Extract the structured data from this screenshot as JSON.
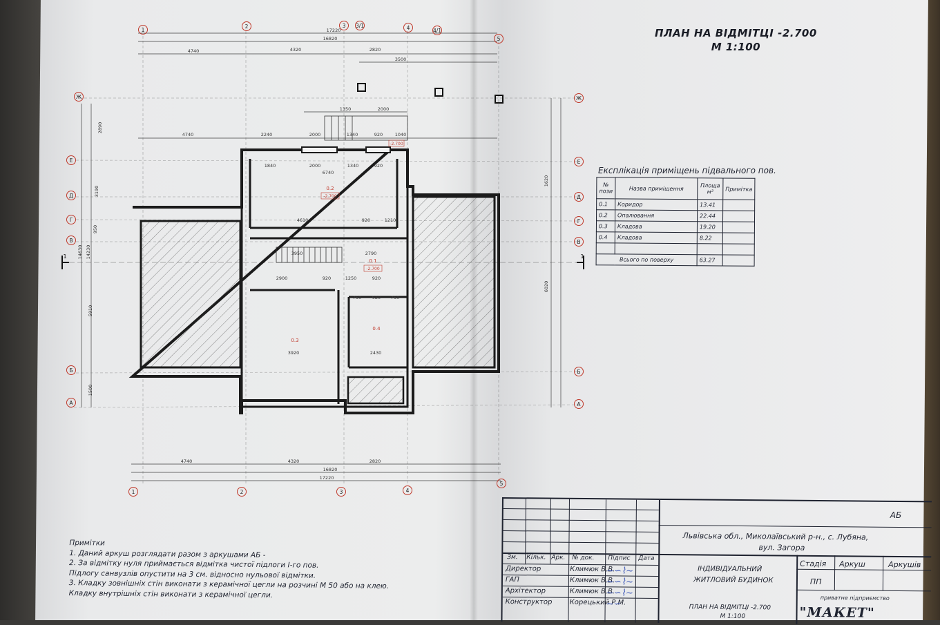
{
  "title": {
    "line1": "ПЛАН НА ВІДМІТЦІ -2.700",
    "line2": "М 1:100"
  },
  "explication": {
    "title": "Експлікація приміщень підвального пов.",
    "headers": [
      "№ пози",
      "Назва приміщення",
      "Площа м²",
      "Примітка"
    ],
    "rows": [
      {
        "no": "0.1",
        "name": "Коридор",
        "area": "13.41",
        "note": ""
      },
      {
        "no": "0.2",
        "name": "Опалювання",
        "area": "22.44",
        "note": ""
      },
      {
        "no": "0.3",
        "name": "Кладова",
        "area": "19.20",
        "note": ""
      },
      {
        "no": "0.4",
        "name": "Кладова",
        "area": "8.22",
        "note": ""
      },
      {
        "no": "",
        "name": "",
        "area": "",
        "note": ""
      }
    ],
    "total_label": "Всього по поверху",
    "total_area": "63.27"
  },
  "notes": {
    "heading": "Примітки",
    "lines": [
      "1. Даний аркуш розглядати разом з аркушами АБ -",
      "2. За відмітку нуля приймається відмітка чистої підлоги І-го пов.",
      "    Підлогу санвузлів опустити на 3 см. відносно нульової відмітки.",
      "3. Кладку зовнішніх стін виконати з керамічної цегли на розчині М 50 або на клею.",
      "    Кладку внутрішніх стін виконати з керамічної цегли."
    ]
  },
  "stamp": {
    "code": "АБ",
    "address1": "Львівська обл., Миколаївський р-н., с. Лубяна,",
    "address2": "вул. Загора",
    "header": [
      "Зм.",
      "Кільк.",
      "Арк.",
      "№ док.",
      "Підпис",
      "Дата"
    ],
    "people": [
      {
        "role": "Директор",
        "name": "Климюк В.В."
      },
      {
        "role": "ГАП",
        "name": "Климюк В.В."
      },
      {
        "role": "Архітектор",
        "name": "Климюк В.В."
      },
      {
        "role": "Конструктор",
        "name": "Корецький Р.М."
      }
    ],
    "object1": "ІНДИВІДУАЛЬНИЙ",
    "object2": "ЖИТЛОВИЙ БУДИНОК",
    "stage_label": "Стадія",
    "sheet_label": "Аркуш",
    "sheets_label": "Аркушів",
    "stage": "ПП",
    "sheet_title1": "ПЛАН НА ВІДМІТЦІ -2.700",
    "sheet_title2": "М 1:100",
    "company_small": "приватне підприємство",
    "company": "\"МАКЕТ\""
  },
  "plan": {
    "axes_top": [
      "1",
      "2",
      "3",
      "3/1",
      "4",
      "4/1",
      "5"
    ],
    "axes_bottom": [
      "1",
      "2",
      "3",
      "4",
      "5"
    ],
    "axes_right": [
      "Ж",
      "Е",
      "Д",
      "Г",
      "В",
      "Б",
      "А"
    ],
    "axes_left": [
      "Ж",
      "Е",
      "Д",
      "Г",
      "В",
      "Б",
      "А"
    ],
    "dims_top": [
      "17220",
      "16820",
      "4740",
      "4320",
      "2820",
      "3500"
    ],
    "dims_mid": [
      "4740",
      "2240",
      "2000",
      "1340",
      "920",
      "1040"
    ],
    "dims_inner": [
      "1840",
      "2000",
      "1340",
      "920",
      "6740",
      "1350",
      "2000"
    ],
    "dims_bottom": [
      "4740",
      "4320",
      "2820",
      "16820",
      "17220"
    ],
    "dims_rooms": [
      "4610",
      "920",
      "1210",
      "2790",
      "2900",
      "920",
      "1250",
      "920",
      "750",
      "920",
      "750",
      "3920",
      "2430",
      "3950"
    ],
    "dims_side": [
      "2890",
      "3190",
      "950",
      "5910",
      "1500",
      "14630",
      "14230",
      "1620",
      "6020"
    ],
    "rooms": [
      {
        "id": "0.2",
        "level": "-2.700"
      },
      {
        "id": "0.1",
        "level": "-2.700"
      },
      {
        "id": "0.3",
        "level": ""
      },
      {
        "id": "0.4",
        "level": ""
      }
    ],
    "level_mark": "-2.700",
    "section_mark": "1"
  }
}
